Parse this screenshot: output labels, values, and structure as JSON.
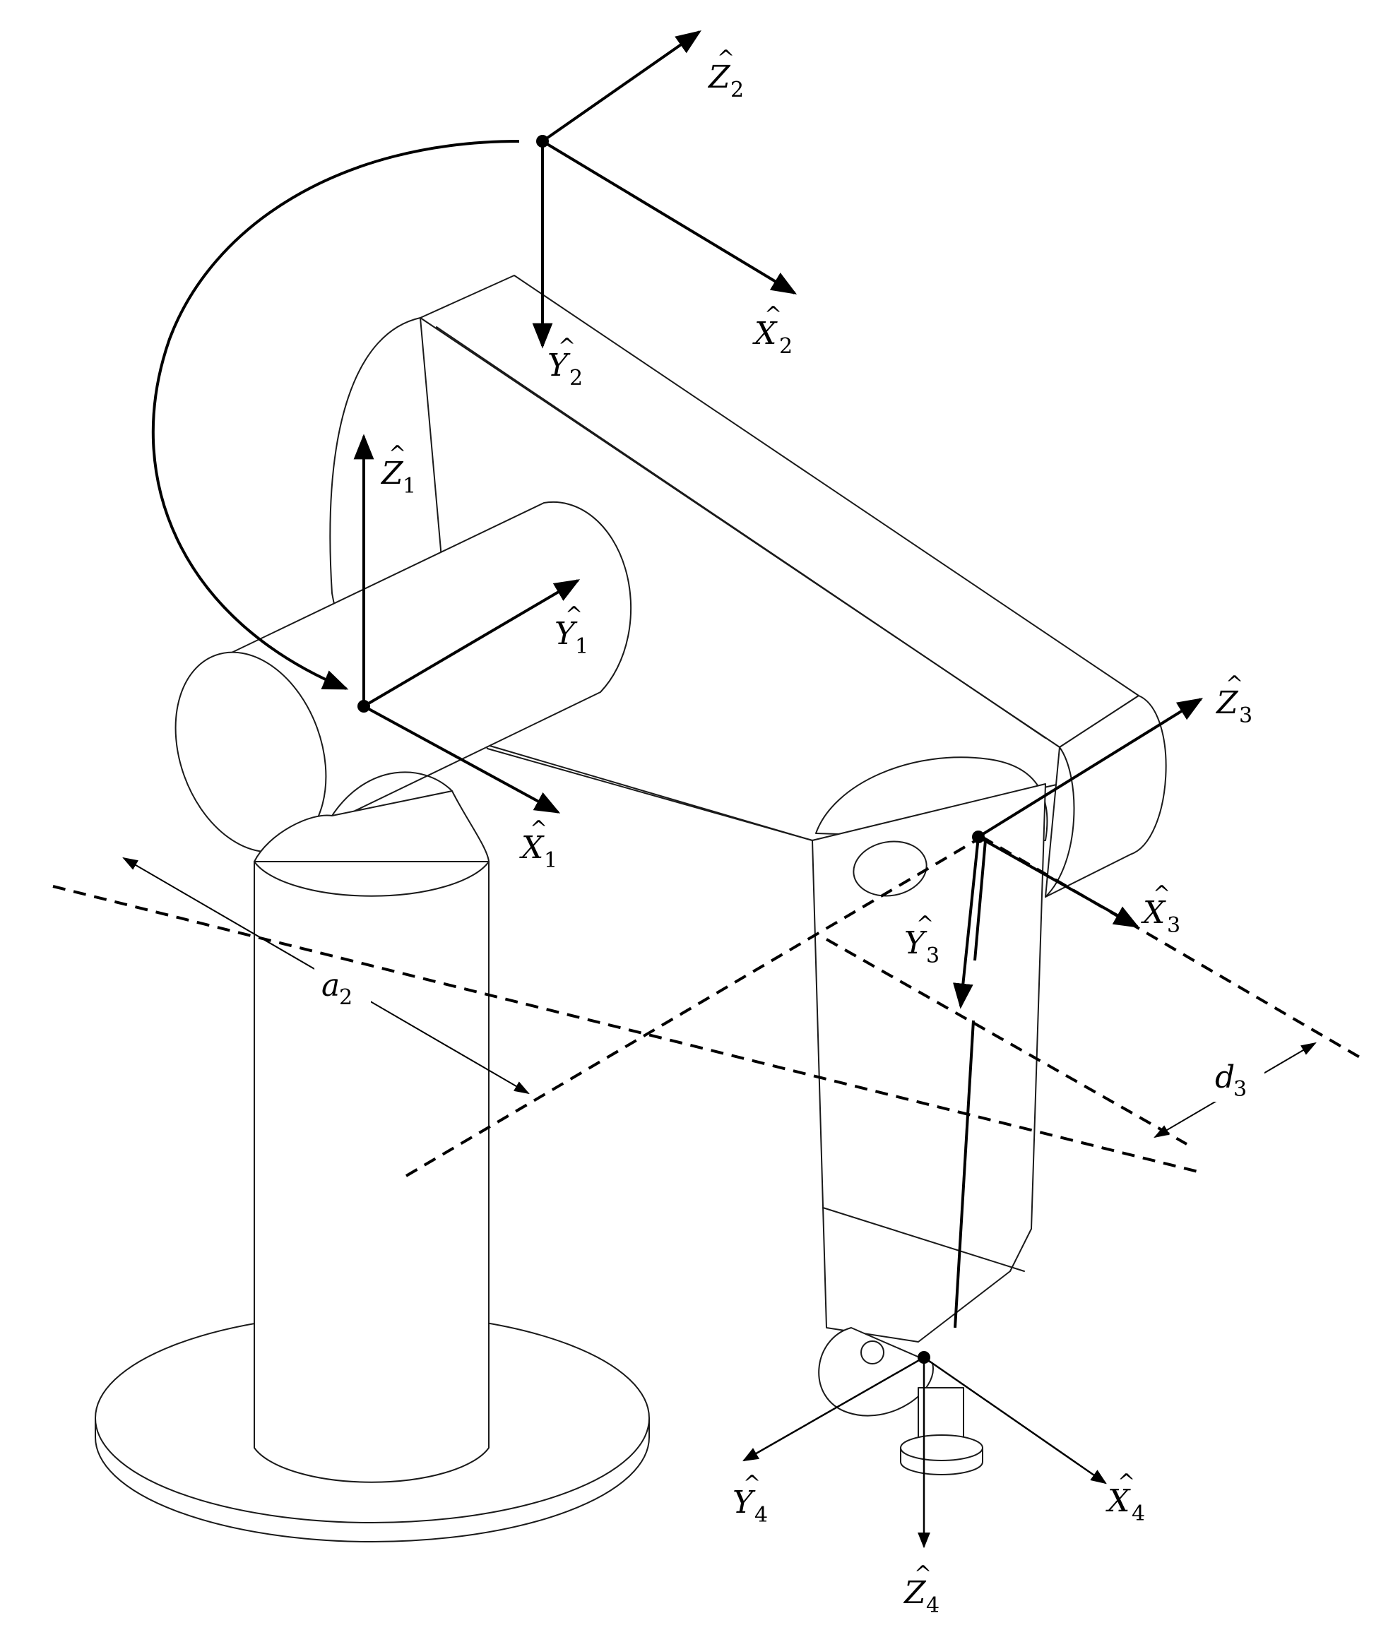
{
  "frames": [
    {
      "id": "frame-1",
      "symbol": "Ẑ",
      "base": "Z",
      "index": "1"
    },
    {
      "id": "frame-2",
      "symbol": "Ẑ",
      "base": "Z",
      "index": "2"
    }
  ],
  "labels": {
    "Z1": {
      "base": "Z",
      "sub": "1"
    },
    "Y1": {
      "base": "Y",
      "sub": "1"
    },
    "X1": {
      "base": "X",
      "sub": "1"
    },
    "Z2": {
      "base": "Z",
      "sub": "2"
    },
    "Y2": {
      "base": "Y",
      "sub": "2"
    },
    "X2": {
      "base": "X",
      "sub": "2"
    },
    "Z3": {
      "base": "Z",
      "sub": "3"
    },
    "Y3": {
      "base": "Y",
      "sub": "3"
    },
    "X3": {
      "base": "X",
      "sub": "3"
    },
    "Z4": {
      "base": "Z",
      "sub": "4"
    },
    "Y4": {
      "base": "Y",
      "sub": "4"
    },
    "X4": {
      "base": "X",
      "sub": "4"
    },
    "a2": {
      "base": "a",
      "sub": "2"
    },
    "d3": {
      "base": "d",
      "sub": "3"
    }
  },
  "hat_glyph": "^"
}
